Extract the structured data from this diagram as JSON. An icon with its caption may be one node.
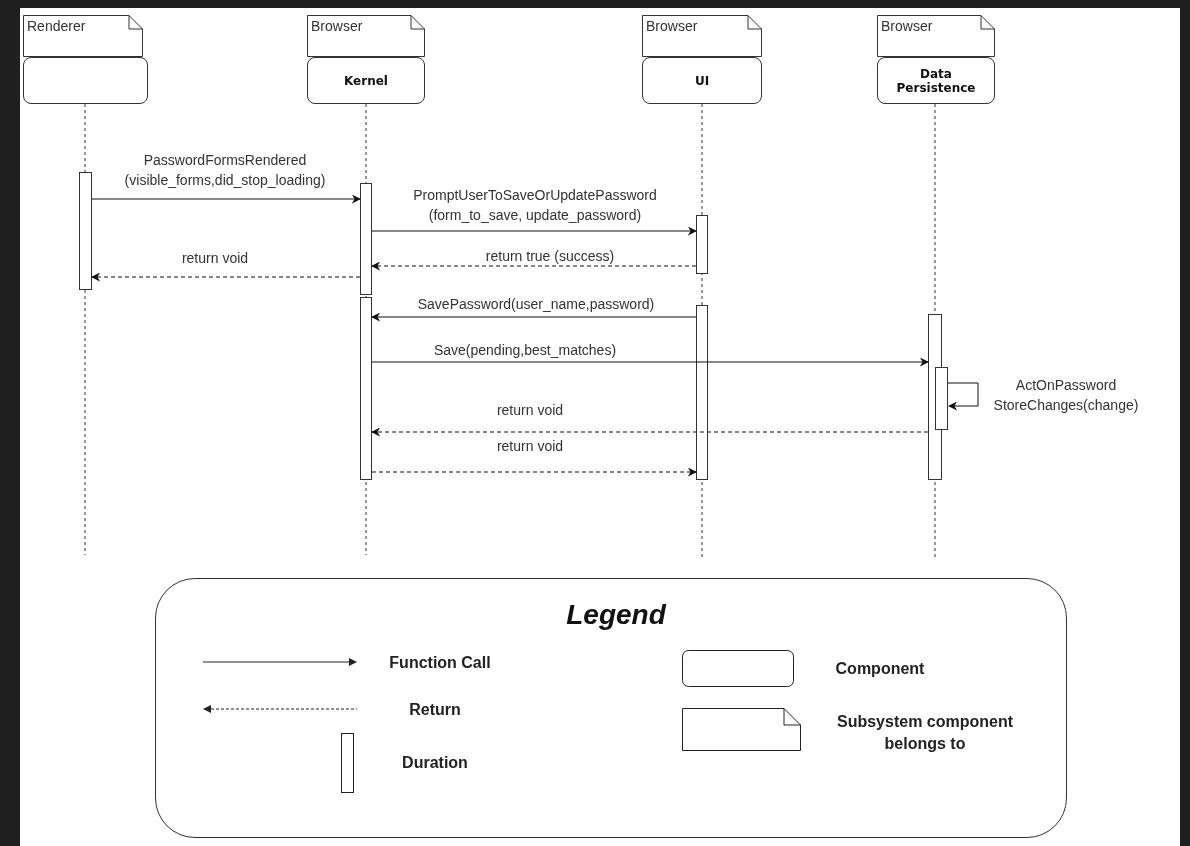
{
  "diagram": {
    "nodes": [
      {
        "text": [
          "Renderer"
        ]
      },
      {
        "text": [],
        "shape": "box"
      },
      {
        "text": [
          "Browser"
        ]
      },
      {
        "text": [
          "Kernel"
        ]
      },
      {
        "text": [
          "Browser"
        ]
      },
      {
        "text": [
          "UI"
        ]
      },
      {
        "text": [
          "Browser"
        ]
      },
      {
        "text": [
          "Data Persistence"
        ]
      },
      {
        "text": [],
        "shape": "bar"
      },
      {
        "text": [],
        "shape": "bar"
      },
      {
        "text": [],
        "shape": "bar"
      },
      {
        "text": [],
        "shape": "bar"
      },
      {
        "text": [],
        "shape": "bar"
      },
      {
        "text": [],
        "shape": "bar"
      },
      {
        "text": [],
        "shape": "bar"
      }
    ],
    "edges": [
      {
        "from": 8,
        "to": 9,
        "arrow": "to",
        "label": "PasswordFormsRendered (visible_forms,did_stop_loading)"
      },
      {
        "from": 9,
        "to": 10,
        "arrow": "to",
        "label": "PromptUserToSaveOrUpdatePassword (form_to_save, update_password)"
      },
      {
        "from": 10,
        "to": 9,
        "arrow": "to",
        "style": "dashed",
        "label": "return true (success)"
      },
      {
        "from": 9,
        "to": 8,
        "arrow": "to",
        "style": "dashed",
        "label": "return void"
      },
      {
        "from": 12,
        "to": 11,
        "arrow": "to",
        "label": "SavePassword(user_name,password)"
      },
      {
        "from": 11,
        "to": 13,
        "arrow": "to",
        "label": "Save(pending,best_matches)"
      },
      {
        "from": 14,
        "to": 14,
        "arrow": "to",
        "label": "ActOnPassword StoreChanges(change)"
      },
      {
        "from": 13,
        "to": 11,
        "arrow": "to",
        "style": "dashed",
        "label": "return void"
      },
      {
        "from": 11,
        "to": 12,
        "arrow": "to",
        "style": "dashed",
        "label": "return void"
      }
    ],
    "labels": [
      "Legend"
    ],
    "legend": [
      {
        "text": "Function Call"
      },
      {
        "text": "Return"
      },
      {
        "text": "Duration"
      },
      {
        "text": "Component"
      },
      {
        "text": "Subsystem component belongs to"
      }
    ]
  }
}
